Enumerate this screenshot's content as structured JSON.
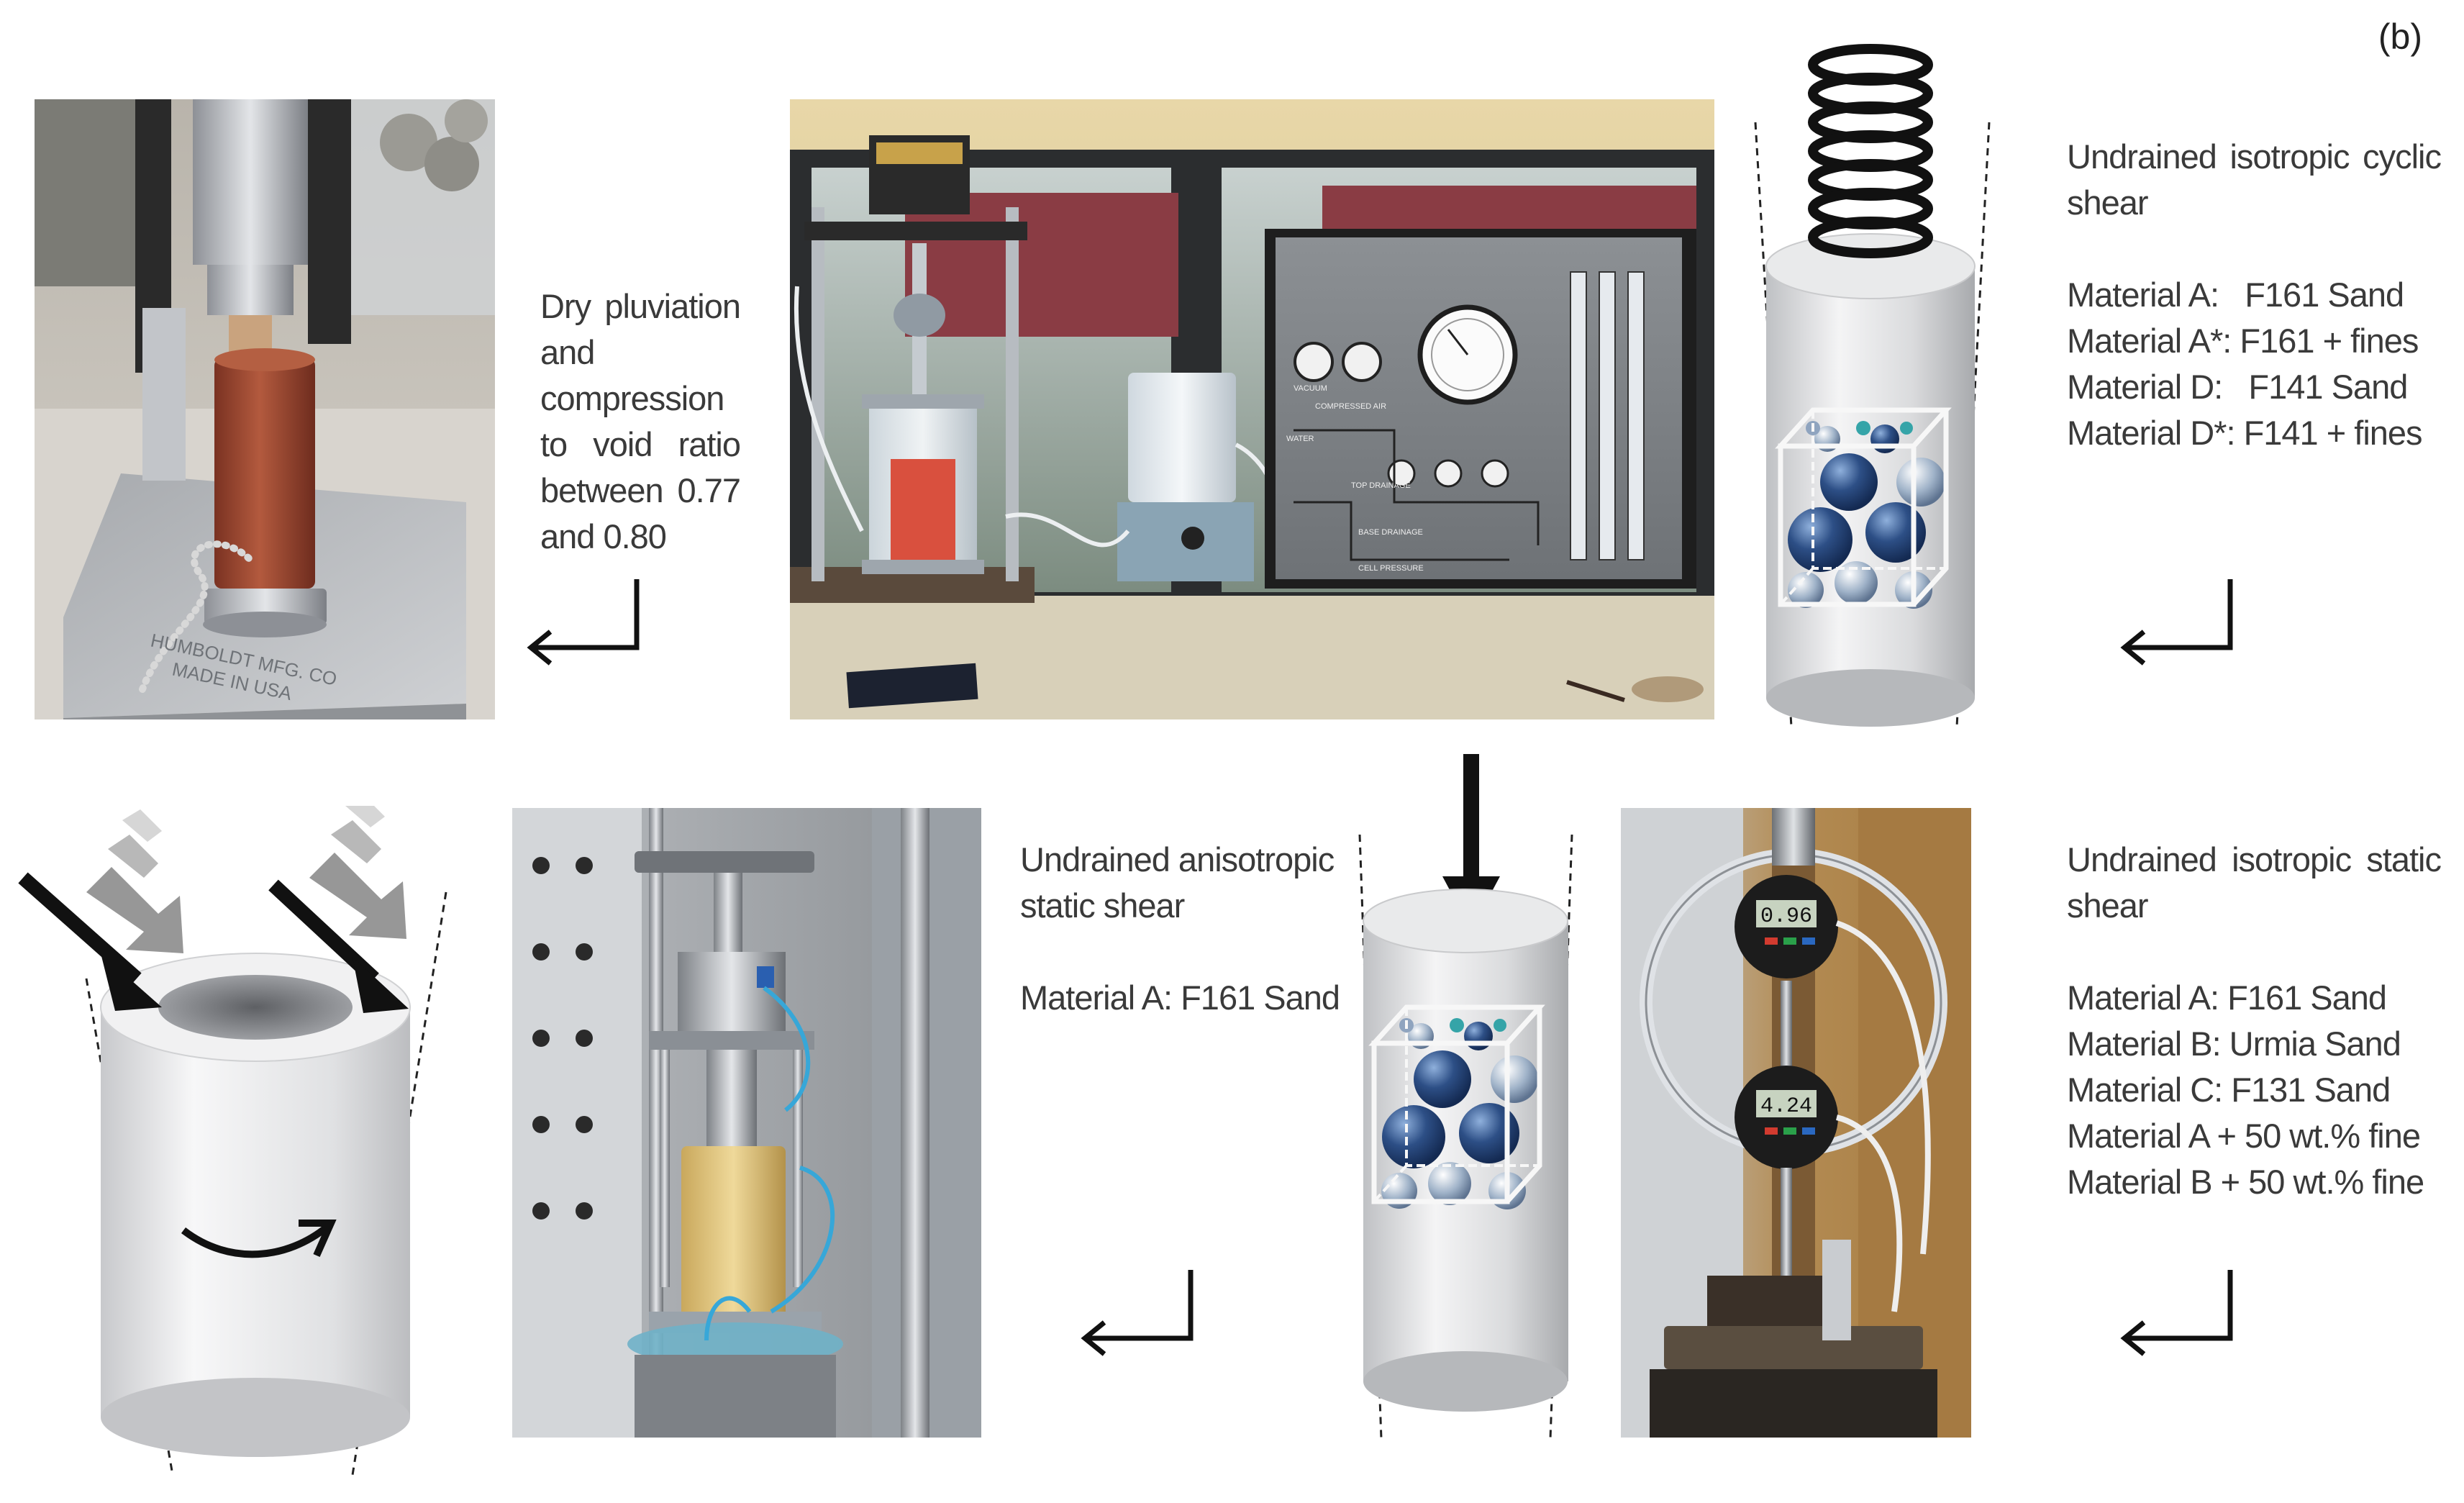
{
  "panel_label": "(b)",
  "steps": {
    "prep": {
      "lines": [
        "Dry pluviation",
        "and",
        "compression",
        "to void ratio",
        "between 0.77",
        "and 0.80"
      ]
    },
    "cyclic": {
      "lines": [
        "Undrained isotropic cyclic",
        "shear",
        "",
        "Material A:   F161 Sand",
        "Material A*: F161 + fines",
        "Material D:   F141 Sand",
        "Material D*: F141 + fines"
      ]
    },
    "anisotropic": {
      "lines": [
        "Undrained anisotropic",
        "static shear",
        "",
        "Material A: F161 Sand"
      ]
    },
    "static": {
      "lines": [
        "Undrained isotropic static",
        "shear",
        "",
        "Material A: F161 Sand",
        "Material B: Urmia Sand",
        "Material C: F131 Sand",
        "Material A + 50 wt.% fine",
        "Material B + 50 wt.% fine"
      ]
    }
  },
  "photos": {
    "panel_labels": {
      "vacuum": "VACUUM",
      "compressed_air": "COMPRESSED AIR",
      "water": "WATER",
      "top_drainage": "TOP DRAINAGE",
      "base_drainage": "BASE DRAINAGE",
      "cell_pressure": "CELL PRESSURE"
    },
    "mold_plate": [
      "HUMBOLDT MFG. CO",
      "MADE IN USA"
    ],
    "gauge_upper": "0.96",
    "gauge_lower": "4.24"
  },
  "colors": {
    "text": "#3a3a3a",
    "sand_sample": "#a04a30",
    "particle_dark": "#2d4f86",
    "particle_light": "#9fb2c8",
    "frame": "#333333"
  },
  "icons": [
    "return-arrow-icon",
    "down-arrow-icon",
    "spring-icon",
    "torsion-arrow-icon",
    "load-arrow-icon"
  ]
}
